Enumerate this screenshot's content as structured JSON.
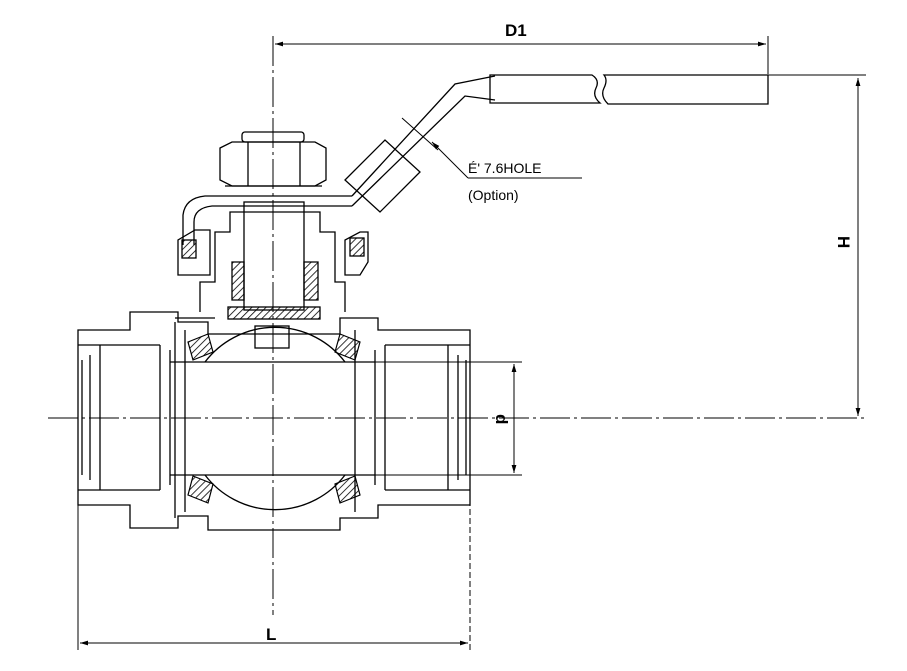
{
  "labels": {
    "D1": "D1",
    "H": "H",
    "d": "d",
    "L": "L",
    "hole": "É' 7.6HOLE",
    "option": "(Option)"
  },
  "colors": {
    "line": "#000000",
    "hatch": "#000000",
    "background": "#ffffff"
  }
}
